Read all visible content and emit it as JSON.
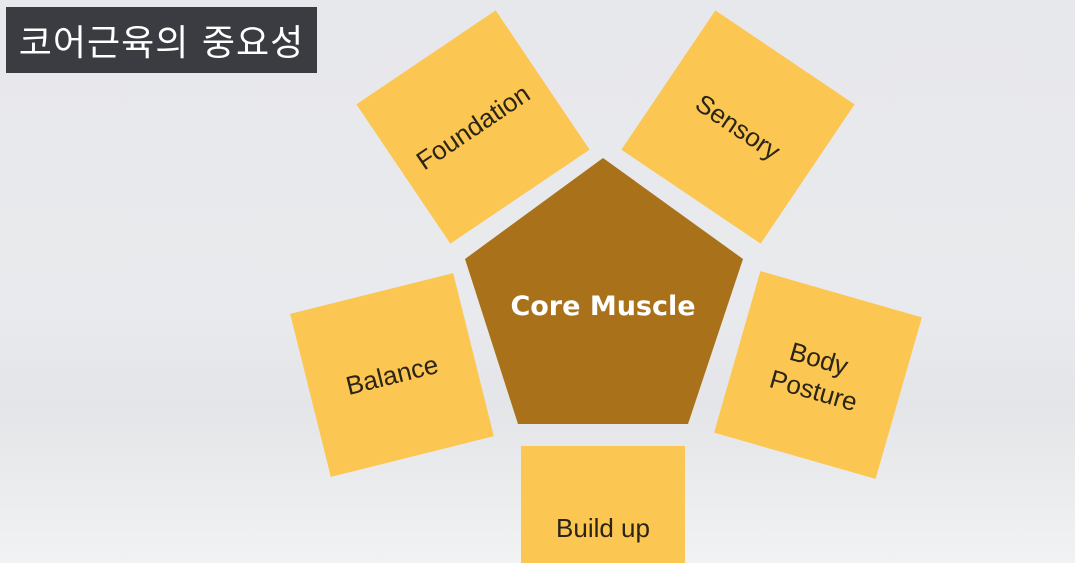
{
  "slide": {
    "title": "코어근육의 중요성"
  },
  "diagram": {
    "center": {
      "label": "Core Muscle",
      "color": "#a8711a"
    },
    "petal_color": "#fcc652",
    "petals": [
      {
        "label": "Foundation"
      },
      {
        "label": "Sensory"
      },
      {
        "label": "Balance"
      },
      {
        "label_line1": "Body",
        "label_line2": "Posture"
      },
      {
        "label": "Build up"
      }
    ]
  }
}
